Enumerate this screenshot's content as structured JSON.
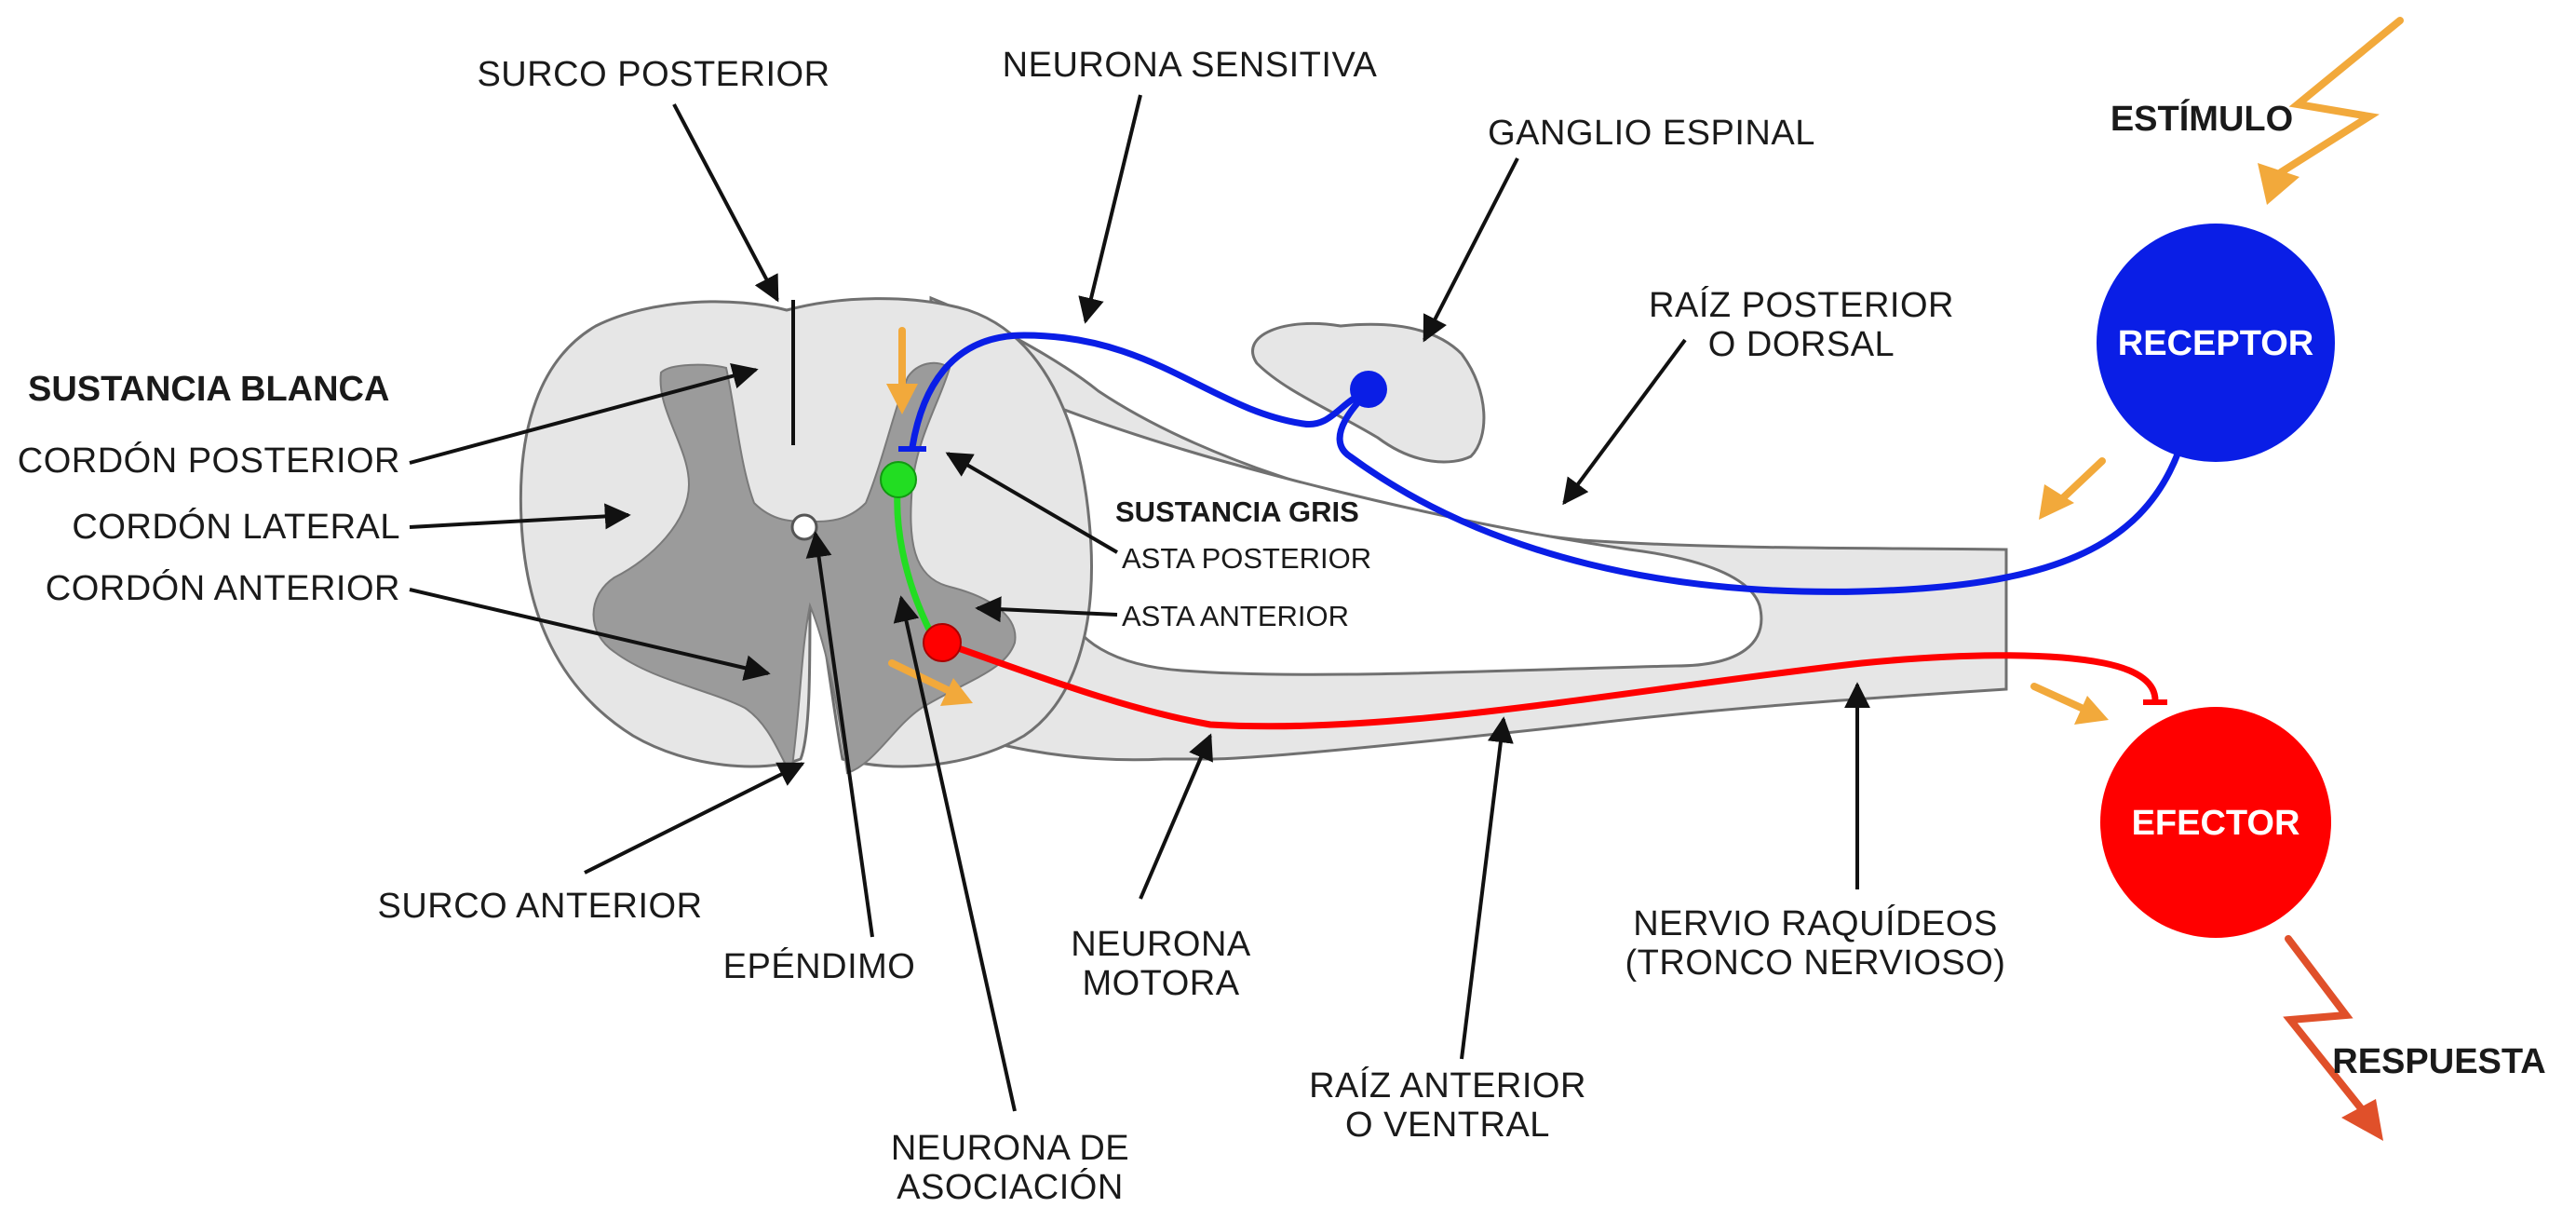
{
  "labels": {
    "surco_posterior": "SURCO POSTERIOR",
    "neurona_sensitiva": "NEURONA SENSITIVA",
    "ganglio_espinal": "GANGLIO ESPINAL",
    "estimulo": "ESTÍMULO",
    "receptor": "RECEPTOR",
    "raiz_posterior_1": "RAÍZ POSTERIOR",
    "raiz_posterior_2": "O DORSAL",
    "sustancia_blanca": "SUSTANCIA BLANCA",
    "cordon_posterior": "CORDÓN POSTERIOR",
    "cordon_lateral": "CORDÓN LATERAL",
    "cordon_anterior": "CORDÓN ANTERIOR",
    "sustancia_gris": "SUSTANCIA GRIS",
    "asta_posterior": "ASTA POSTERIOR",
    "asta_anterior": "ASTA ANTERIOR",
    "efector": "EFECTOR",
    "surco_anterior": "SURCO ANTERIOR",
    "ependimo": "EPÉNDIMO",
    "neurona_motora_1": "NEURONA",
    "neurona_motora_2": "MOTORA",
    "nervio_1": "NERVIO RAQUÍDEOS",
    "nervio_2": "(TRONCO NERVIOSO)",
    "respuesta": "RESPUESTA",
    "raiz_anterior_1": "RAÍZ ANTERIOR",
    "raiz_anterior_2": "O VENTRAL",
    "neurona_asociacion_1": "NEURONA DE",
    "neurona_asociacion_2": "ASOCIACIÓN"
  },
  "colors": {
    "sensory_neuron": "#0a1ee6",
    "motor_neuron": "#ff0000",
    "association_neuron": "#22dd22",
    "signal_arrow": "#f2a93b",
    "response_arrow": "#e0502a",
    "white_matter": "#e6e6e6",
    "gray_matter": "#9b9b9b"
  }
}
